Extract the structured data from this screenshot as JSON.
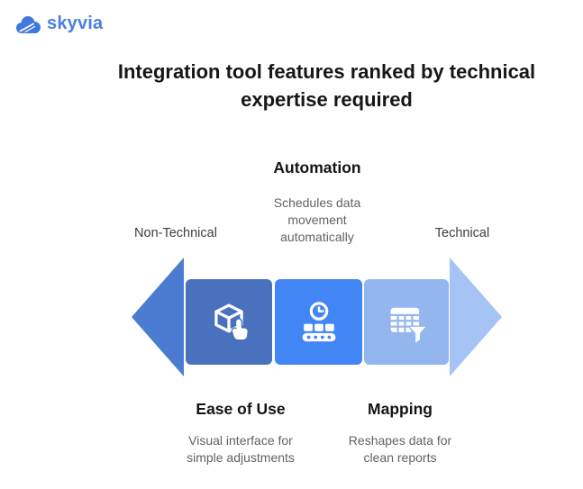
{
  "brand": {
    "name": "skyvia",
    "cloud_color": "#4078df",
    "wordmark_color": "#4a80e2"
  },
  "title": {
    "line1": "Integration tool features ranked by technical",
    "line2": "expertise required"
  },
  "scale": {
    "left": "Non-Technical",
    "right": "Technical"
  },
  "diagram": {
    "arrow_left_color": "#4c7cd1",
    "arrow_right_color": "#a6c3f5",
    "features": [
      {
        "name": "Ease of Use",
        "description": "Visual interface for\nsimple adjustments",
        "icon": "cube-tap-icon",
        "color": "#4a71bd"
      },
      {
        "name": "Automation",
        "description": "Schedules data\nmovement\nautomatically",
        "icon": "conveyor-clock-icon",
        "color": "#4285f4"
      },
      {
        "name": "Mapping",
        "description": "Reshapes data for\nclean reports",
        "icon": "table-filter-icon",
        "color": "#93b6ee"
      }
    ]
  }
}
